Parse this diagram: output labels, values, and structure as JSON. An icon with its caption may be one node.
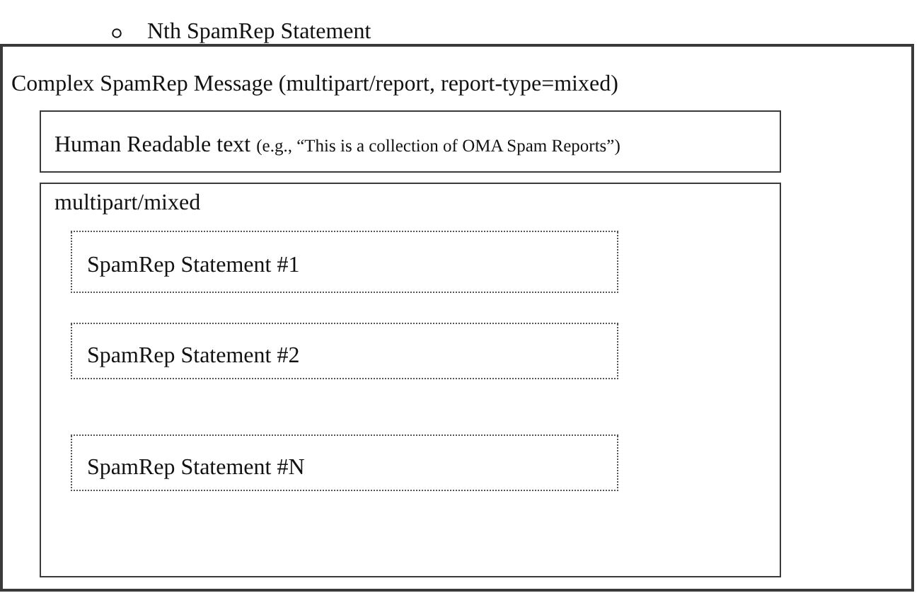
{
  "diagram": {
    "nodes": [
      {
        "text": [
          "Complex SpamRep Message (multipart/report, report-type=mixed)"
        ]
      },
      {
        "text": [
          "Human Readable text",
          "(e.g., “This is a collection of OMA Spam Reports”)"
        ],
        "in": 0
      },
      {
        "text": [
          "multipart/mixed"
        ],
        "in": 0
      },
      {
        "text": [
          "SpamRep Statement #1"
        ],
        "in": 2
      },
      {
        "text": [
          "SpamRep Statement #2"
        ],
        "in": 2
      },
      {
        "text": [
          "SpamRep Statement #N"
        ],
        "in": 2
      }
    ],
    "labels": [
      "Nth SpamRep Statement"
    ]
  }
}
